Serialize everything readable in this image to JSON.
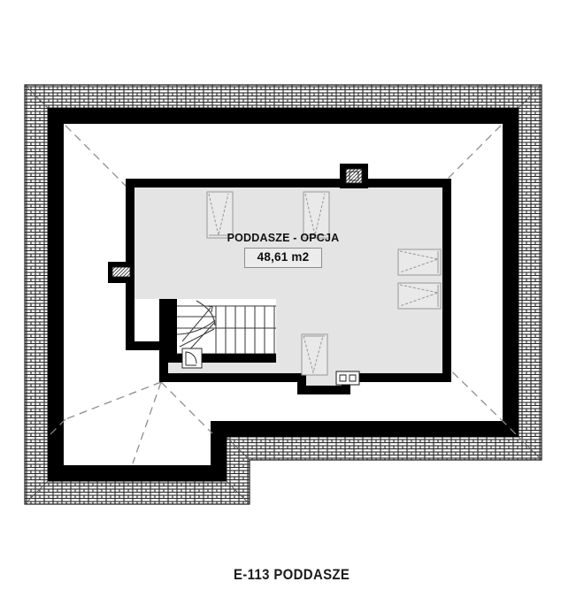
{
  "drawing": {
    "title": "E-113 PODDASZE",
    "sheet_caption": "E-113 PODDASZE",
    "room": {
      "name": "PODDASZE - OPCJA",
      "area": "48,61 m2"
    },
    "colors": {
      "wall": "#000000",
      "room_fill": "#e4e4e4",
      "outer_fill": "#ffffff",
      "hatch_line": "#2b2b2b",
      "hatch_bg": "#ffffff",
      "dashed_line": "#8a8a8a",
      "window_line": "#9a9a9a",
      "area_box_bg": "#ececec",
      "area_box_border": "#8d8d8d",
      "text": "#111111",
      "page_bg": "#ffffff"
    },
    "elements": {
      "roof_eave_band": "hatched-roof-border",
      "outer_wall": "outer-building-wall",
      "attic_room": "attic-room-outline",
      "staircase": "winder-staircase",
      "roof_hip_lines": "dashed-roof-hip-lines",
      "chimney_top": "chimney-top-wall",
      "chimney_left": "chimney-left-wall",
      "vent_bottom": "vent-bottom-wall",
      "roof_windows": [
        "roof-window-top-left",
        "roof-window-top-right",
        "roof-window-right-upper",
        "roof-window-right-lower",
        "roof-window-bottom"
      ],
      "door": "stair-door-symbol"
    }
  }
}
